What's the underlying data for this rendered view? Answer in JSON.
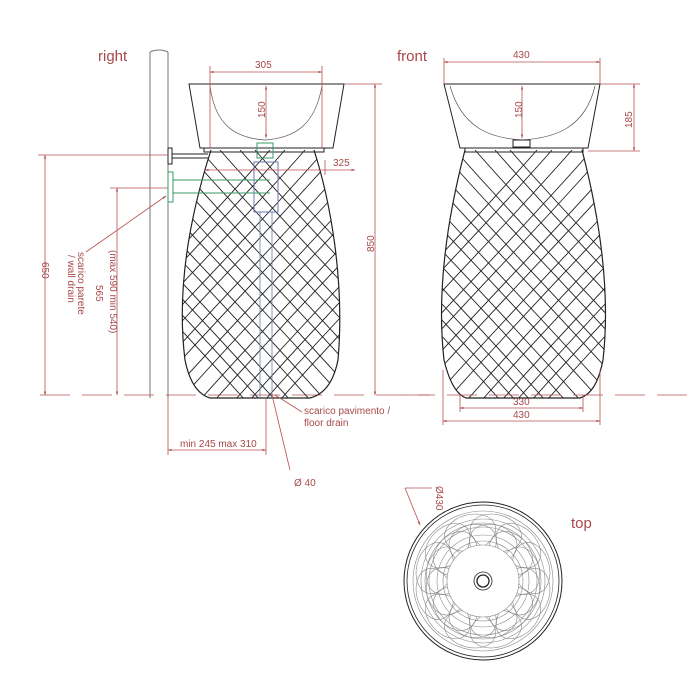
{
  "views": {
    "right": {
      "title": "right"
    },
    "front": {
      "title": "front"
    },
    "top": {
      "title": "top"
    }
  },
  "dimensions": {
    "right_basin_inner_width": "305",
    "right_bowl_depth": "150",
    "right_waist_width": "325",
    "right_total_height": "850",
    "right_wall_drain_height": "650",
    "right_floor_to_outlet": "565",
    "right_floor_to_outlet_range": "(max 590 min 540)",
    "right_wall_distance": "min 245  max 310",
    "floor_drain_diameter": "Ø 40",
    "front_top_width": "430",
    "front_bowl_depth": "150",
    "front_basin_height": "185",
    "front_base_inner_width": "330",
    "front_base_outer_width": "430",
    "top_diameter": "Ø430"
  },
  "annotations": {
    "wall_drain_it": "scarico parete",
    "wall_drain_en": "/ wall drain",
    "floor_drain_it": "scarico pavimento /",
    "floor_drain_en": "floor drain"
  },
  "colors": {
    "dimension": "#b85050",
    "outline": "#222222",
    "pipe": "#3a9a6a",
    "hidden": "#6a7ab0",
    "wall": "#777777"
  }
}
